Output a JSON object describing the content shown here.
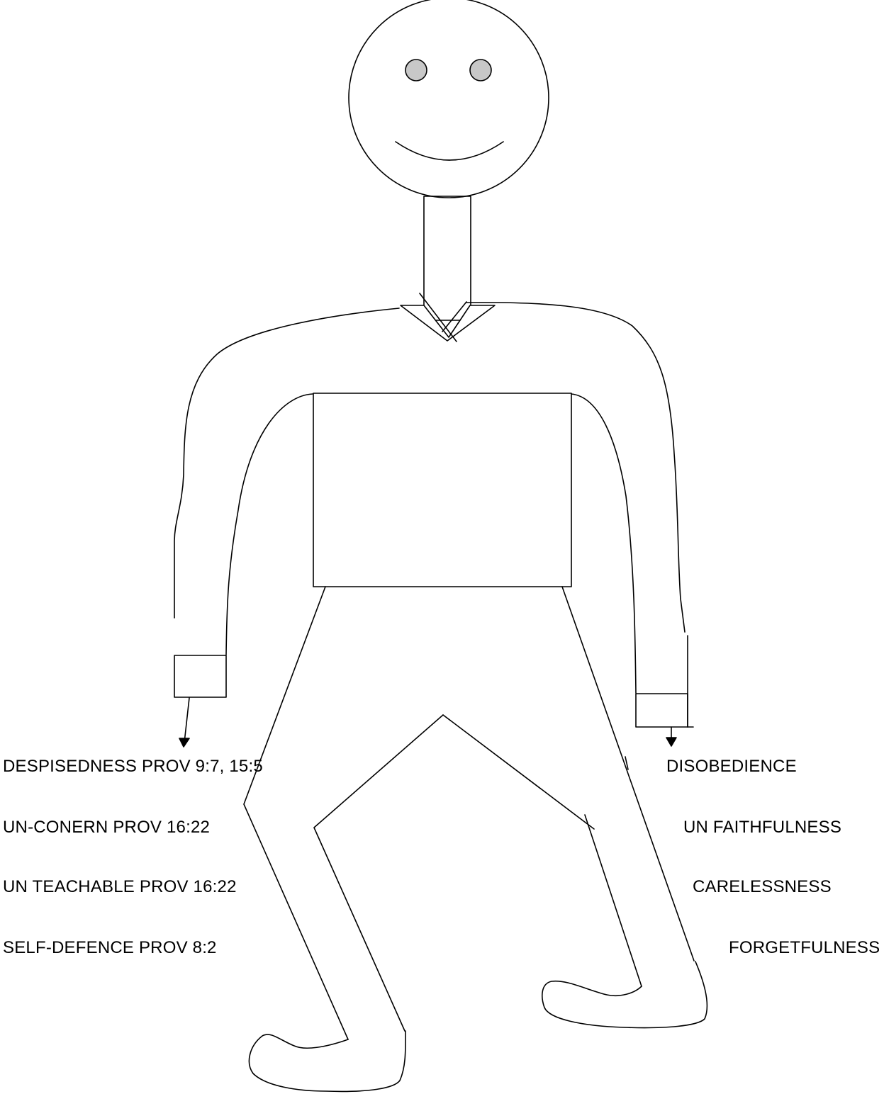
{
  "colors": {
    "stroke": "#000000",
    "eye_fill": "#c8c8c8",
    "background": "#ffffff"
  },
  "labels": {
    "left": [
      "DESPISEDNESS PROV 9:7, 15:5",
      "UN-CONERN PROV 16:22",
      "UN TEACHABLE PROV 16:22",
      "SELF-DEFENCE PROV 8:2"
    ],
    "right": [
      "DISOBEDIENCE",
      "UN FAITHFULNESS",
      "CARELESSNESS",
      "FORGETFULNESS"
    ]
  }
}
